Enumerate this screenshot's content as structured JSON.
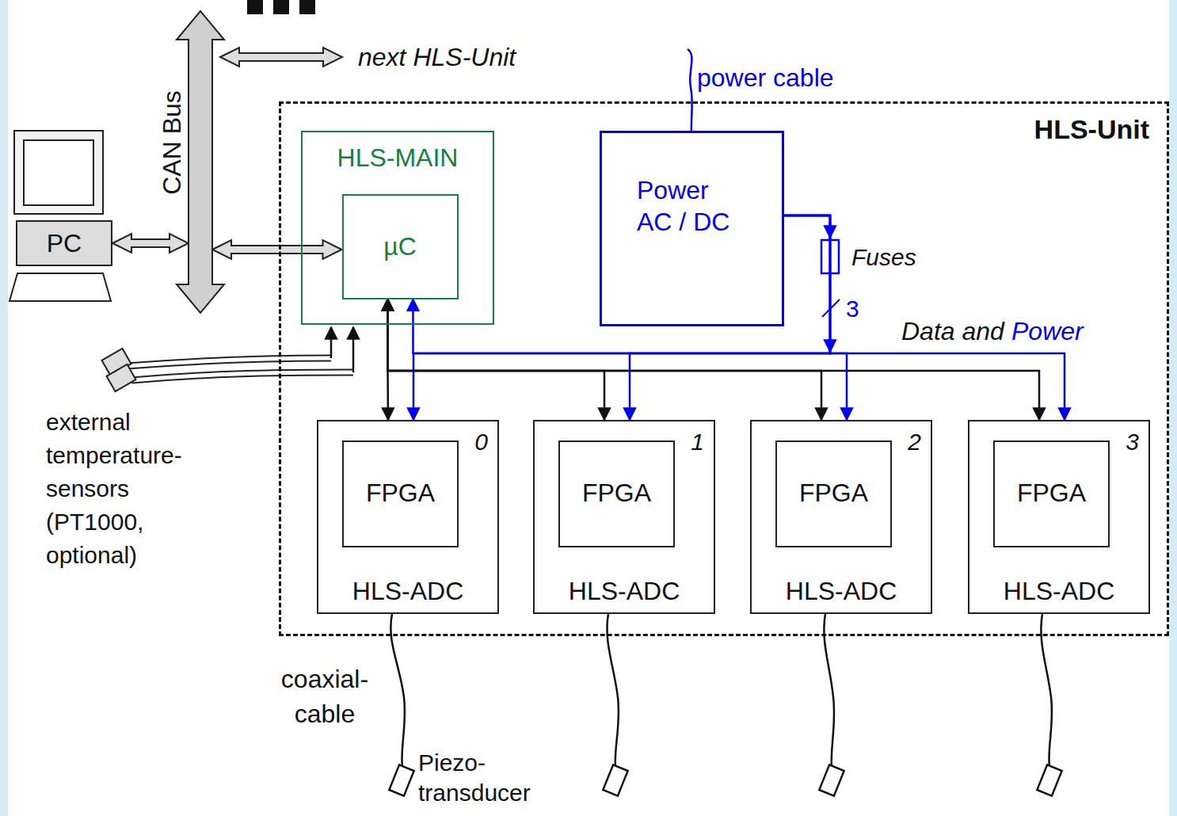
{
  "diagram": {
    "nodes": [
      {
        "text": [
          "PC"
        ]
      },
      {
        "text": [
          "CAN Bus"
        ]
      },
      {
        "text": [
          "HLS-Unit"
        ]
      },
      {
        "text": [
          "HLS-MAIN"
        ],
        "in": 2
      },
      {
        "text": [
          "µC"
        ],
        "in": 3
      },
      {
        "text": [
          "Power AC / DC"
        ],
        "in": 2
      },
      {
        "text": [
          "0",
          "HLS-ADC"
        ],
        "in": 2
      },
      {
        "text": [
          "FPGA"
        ],
        "in": 6
      },
      {
        "text": [
          "1",
          "HLS-ADC"
        ],
        "in": 2
      },
      {
        "text": [
          "FPGA"
        ],
        "in": 8
      },
      {
        "text": [
          "2",
          "HLS-ADC"
        ],
        "in": 2
      },
      {
        "text": [
          "FPGA"
        ],
        "in": 10
      },
      {
        "text": [
          "3",
          "HLS-ADC"
        ],
        "in": 2
      },
      {
        "text": [
          "FPGA"
        ],
        "in": 12
      }
    ],
    "edges": [
      {
        "from": 0,
        "to": 1,
        "arrow": "both"
      },
      {
        "from": 1,
        "to": 4,
        "arrow": "both"
      },
      {
        "from": 4,
        "to": 6,
        "arrow": "both"
      },
      {
        "from": 4,
        "to": 8,
        "arrow": "both"
      },
      {
        "from": 4,
        "to": 10,
        "arrow": "both"
      },
      {
        "from": 4,
        "to": 12,
        "arrow": "both"
      },
      {
        "from": 5,
        "to": 4,
        "arrow": "to"
      },
      {
        "from": 5,
        "to": 6,
        "arrow": "to"
      },
      {
        "from": 5,
        "to": 8,
        "arrow": "to"
      },
      {
        "from": 5,
        "to": 10,
        "arrow": "to"
      },
      {
        "from": 5,
        "to": 12,
        "arrow": "to"
      }
    ],
    "labels": [
      "next HLS-Unit",
      "power cable",
      "Fuses",
      "3",
      "Data and",
      "Power",
      "external temperature-sensors (PT1000, optional)",
      "coaxial-cable",
      "Piezo-transducer"
    ]
  }
}
